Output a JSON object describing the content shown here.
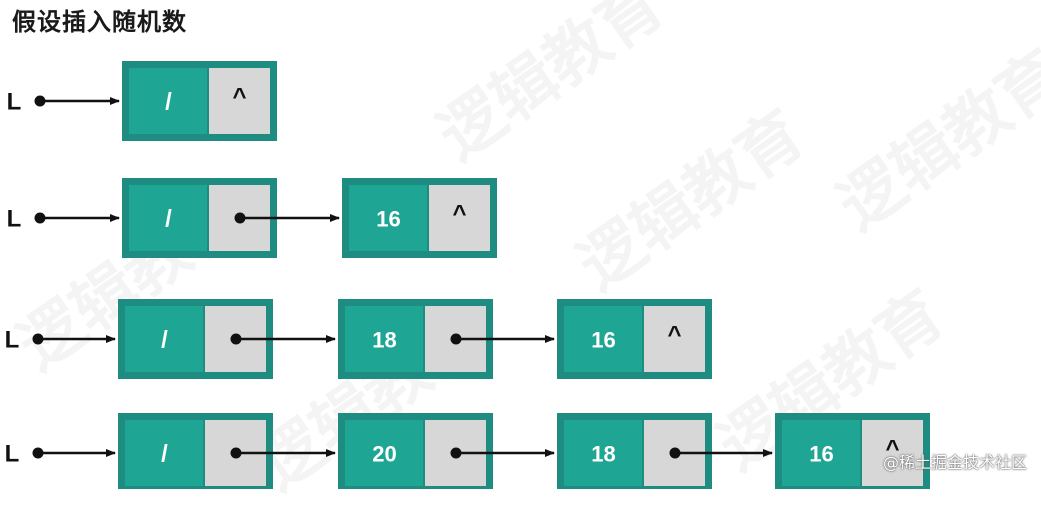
{
  "title": "假设插入随机数",
  "watermark_text": "逻辑教育",
  "footer": "@稀土掘金技术社区",
  "colors": {
    "node_border": "#1f8c82",
    "data_fill": "#1ea593",
    "pointer_fill": "#d7d7d7",
    "arrow": "#111111",
    "text_light": "#ffffff",
    "text_dark": "#111111"
  },
  "rows": [
    {
      "head_label": "L",
      "nodes": [
        {
          "data": "/",
          "next": "^"
        }
      ]
    },
    {
      "head_label": "L",
      "nodes": [
        {
          "data": "/",
          "next": null
        },
        {
          "data": "16",
          "next": "^"
        }
      ]
    },
    {
      "head_label": "L",
      "nodes": [
        {
          "data": "/",
          "next": null
        },
        {
          "data": "18",
          "next": null
        },
        {
          "data": "16",
          "next": "^"
        }
      ]
    },
    {
      "head_label": "L",
      "nodes": [
        {
          "data": "/",
          "next": null
        },
        {
          "data": "20",
          "next": null
        },
        {
          "data": "18",
          "next": null
        },
        {
          "data": "16",
          "next": "^"
        }
      ]
    }
  ]
}
